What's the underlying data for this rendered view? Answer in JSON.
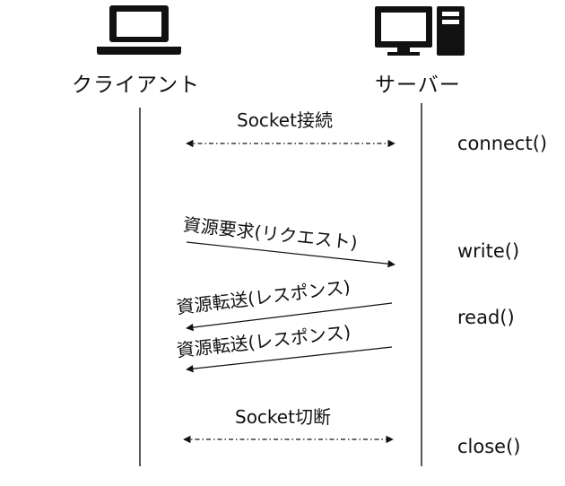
{
  "actors": {
    "client": {
      "label": "クライアント",
      "icon": "laptop-icon"
    },
    "server": {
      "label": "サーバー",
      "icon": "desktop-computer-icon"
    }
  },
  "messages": [
    {
      "label": "Socket接続",
      "from": "client",
      "to": "server",
      "style": "dash-dot",
      "bidirectional": true
    },
    {
      "label": "資源要求(リクエスト)",
      "from": "client",
      "to": "server",
      "style": "solid",
      "bidirectional": false
    },
    {
      "label": "資源転送(レスポンス)",
      "from": "server",
      "to": "client",
      "style": "solid",
      "bidirectional": false
    },
    {
      "label": "資源転送(レスポンス)",
      "from": "server",
      "to": "client",
      "style": "solid",
      "bidirectional": false
    },
    {
      "label": "Socket切断",
      "from": "client",
      "to": "server",
      "style": "dash-dot",
      "bidirectional": true
    }
  ],
  "server_calls": [
    "connect()",
    "write()",
    "read()",
    "close()"
  ],
  "colors": {
    "stroke": "#111111",
    "background": "#ffffff"
  }
}
